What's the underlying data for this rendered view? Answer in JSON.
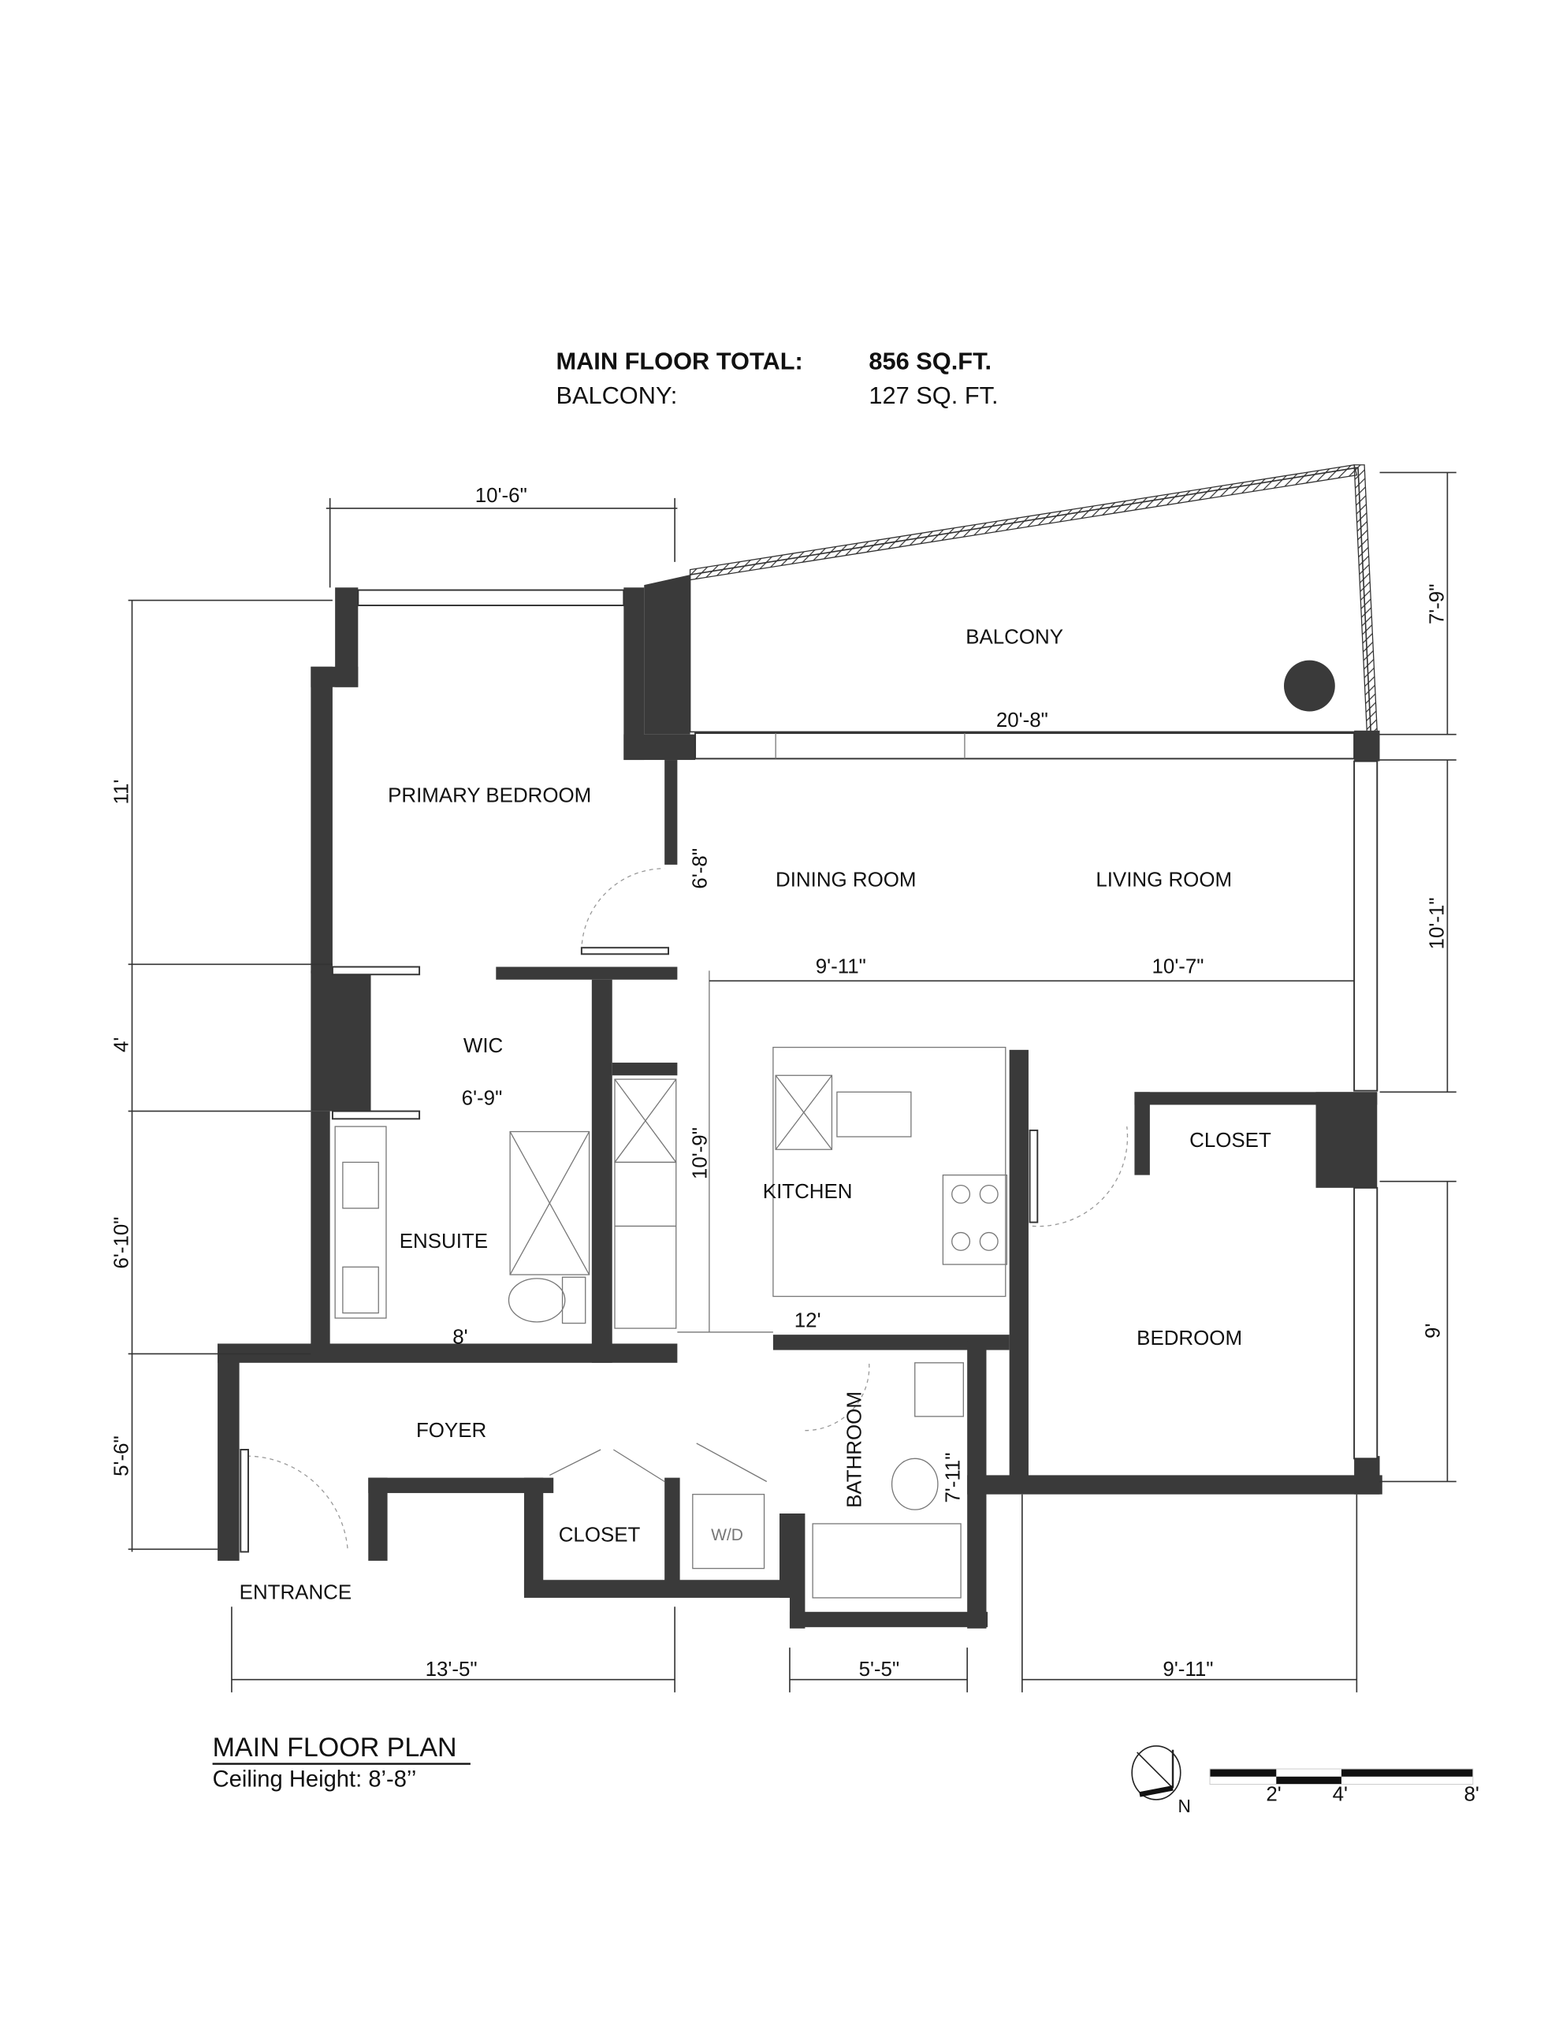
{
  "summary": {
    "main_floor_label": "MAIN FLOOR TOTAL:",
    "main_floor_value": "856 SQ.FT.",
    "balcony_label": "BALCONY:",
    "balcony_value": "127 SQ. FT."
  },
  "rooms": {
    "balcony": "BALCONY",
    "primary_bedroom": "PRIMARY BEDROOM",
    "dining_room": "DINING ROOM",
    "living_room": "LIVING ROOM",
    "wic": "WIC",
    "closet_bedroom": "CLOSET",
    "kitchen": "KITCHEN",
    "ensuite": "ENSUITE",
    "bedroom": "BEDROOM",
    "foyer": "FOYER",
    "bathroom": "BATHROOM",
    "closet_foyer": "CLOSET",
    "wd": "W/D",
    "entrance": "ENTRANCE"
  },
  "dimensions": {
    "primary_width": "10'-6\"",
    "balcony_depth": "7'-9\"",
    "balcony_width": "20'-8\"",
    "primary_depth": "11'",
    "dining_depth": "6'-8\"",
    "dining_width": "9'-11\"",
    "living_width": "10'-7\"",
    "living_depth": "10'-1\"",
    "wic_depth": "4'",
    "wic_width": "6'-9\"",
    "kitchen_depth": "10'-9\"",
    "ensuite_depth": "6'-10\"",
    "bedroom_depth": "9'",
    "ensuite_width": "8'",
    "kitchen_width": "12'",
    "bathroom_depth": "7'-11\"",
    "foyer_depth": "5'-6\"",
    "foyer_width": "13'-5\"",
    "bathroom_width": "5'-5\"",
    "bedroom_width": "9'-11\""
  },
  "footer": {
    "title": "MAIN FLOOR PLAN",
    "ceiling": "Ceiling Height: 8’-8’’",
    "north": "N",
    "scale_labels": [
      "2'",
      "4'",
      "8'"
    ]
  }
}
